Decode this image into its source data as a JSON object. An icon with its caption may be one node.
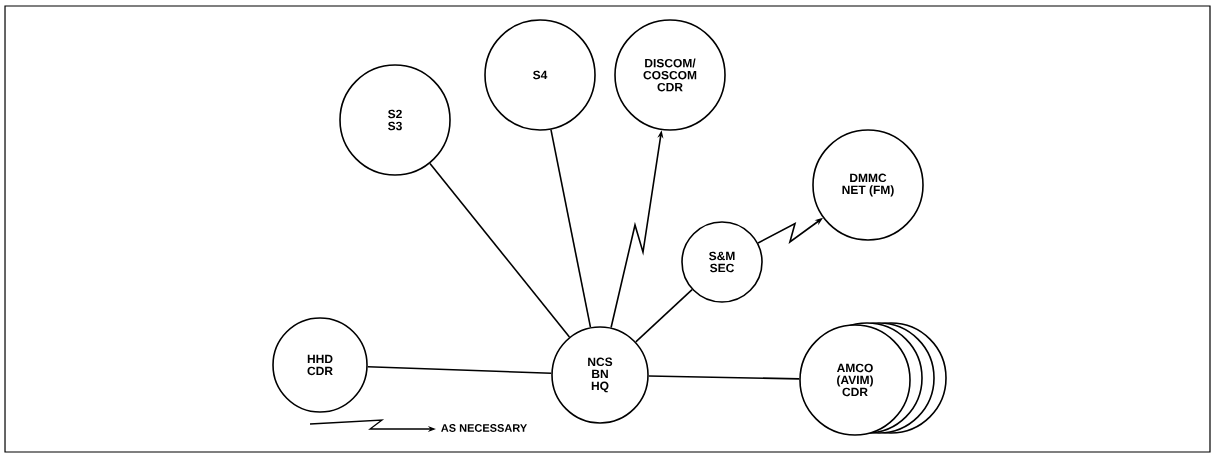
{
  "diagram": {
    "nodes": [
      {
        "text": [
          "S2 S3"
        ]
      },
      {
        "text": [
          "S4"
        ]
      },
      {
        "text": [
          "DISCOM/ COSCOM CDR"
        ]
      },
      {
        "text": [
          "DMMC NET (FM)"
        ]
      },
      {
        "text": [
          "S&M SEC"
        ]
      },
      {
        "text": [
          "HHD CDR"
        ]
      },
      {
        "text": [
          "NCS BN HQ"
        ]
      },
      {
        "text": [
          "AMCO (AVIM) CDR"
        ]
      }
    ],
    "edges": [
      {
        "from": 5,
        "to": 6,
        "arrow": "none"
      },
      {
        "from": 0,
        "to": 6,
        "arrow": "none"
      },
      {
        "from": 1,
        "to": 6,
        "arrow": "none"
      },
      {
        "from": 6,
        "to": 2,
        "arrow": "to"
      },
      {
        "from": 6,
        "to": 4,
        "arrow": "none"
      },
      {
        "from": 4,
        "to": 3,
        "arrow": "to"
      },
      {
        "from": 6,
        "to": 7,
        "arrow": "none"
      }
    ],
    "legend": [
      {
        "text": "AS NECESSARY"
      }
    ]
  }
}
